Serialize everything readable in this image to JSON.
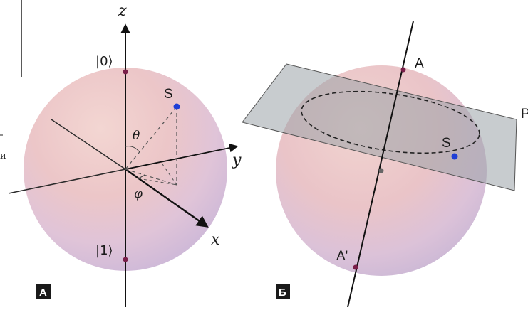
{
  "panel_a": {
    "tag": "А",
    "axes": {
      "z": "z",
      "y": "y",
      "x": "x"
    },
    "states": {
      "zero": "|0⟩",
      "one": "|1⟩"
    },
    "point": "S",
    "angles": {
      "theta": "θ",
      "phi": "φ"
    }
  },
  "panel_b": {
    "tag": "Б",
    "point_a": "A",
    "point_a_prime": "A'",
    "point_s": "S",
    "plane": "P"
  },
  "margin": {
    "fragment": "и"
  },
  "colors": {
    "state_point": "#1f3fd6",
    "pole_marker": "#7a1f4a",
    "plane_fill": "#9aa2a8",
    "tag_bg": "#1a1a1a"
  }
}
